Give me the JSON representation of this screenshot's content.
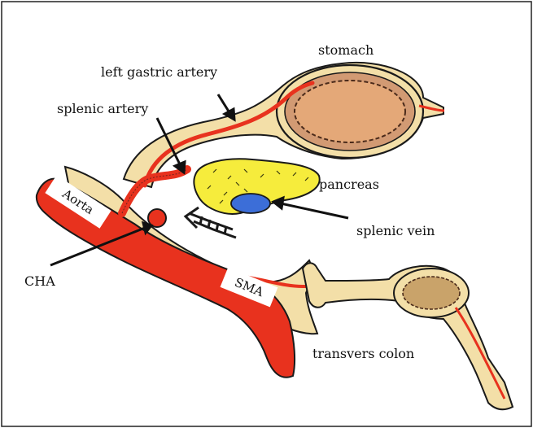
{
  "labels": {
    "stomach": "stomach",
    "left_gastric_artery": "left gastric artery",
    "splenic_artery": "splenic artery",
    "pancreas": "pancreas",
    "aorta": "Aorta",
    "splenic_vein": "splenic vein",
    "cha": "CHA",
    "sma": "SMA",
    "transvers_colon": "transvers colon"
  },
  "colors": {
    "artery": "#e8321e",
    "mesentery": "#f3dfa8",
    "stomach_lumen": "#e4a878",
    "pancreas": "#f6ec3c",
    "vein": "#3c6ed8",
    "colon_lumen": "#c9a36a",
    "outline": "#1a1a1a"
  }
}
